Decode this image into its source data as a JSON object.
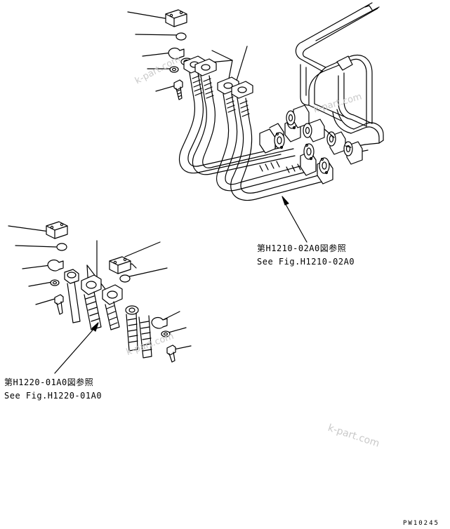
{
  "references": {
    "upper": {
      "line1": "第H1210-02A0図参照",
      "line2": "See Fig.H1210-02A0"
    },
    "lower": {
      "line1": "第H1220-01A0図参照",
      "line2": "See Fig.H1220-01A0"
    }
  },
  "watermarks": [
    "k-part.com",
    "k-part.com",
    "k-part.com",
    "k-part.com"
  ],
  "drawing_code": "PW10245"
}
